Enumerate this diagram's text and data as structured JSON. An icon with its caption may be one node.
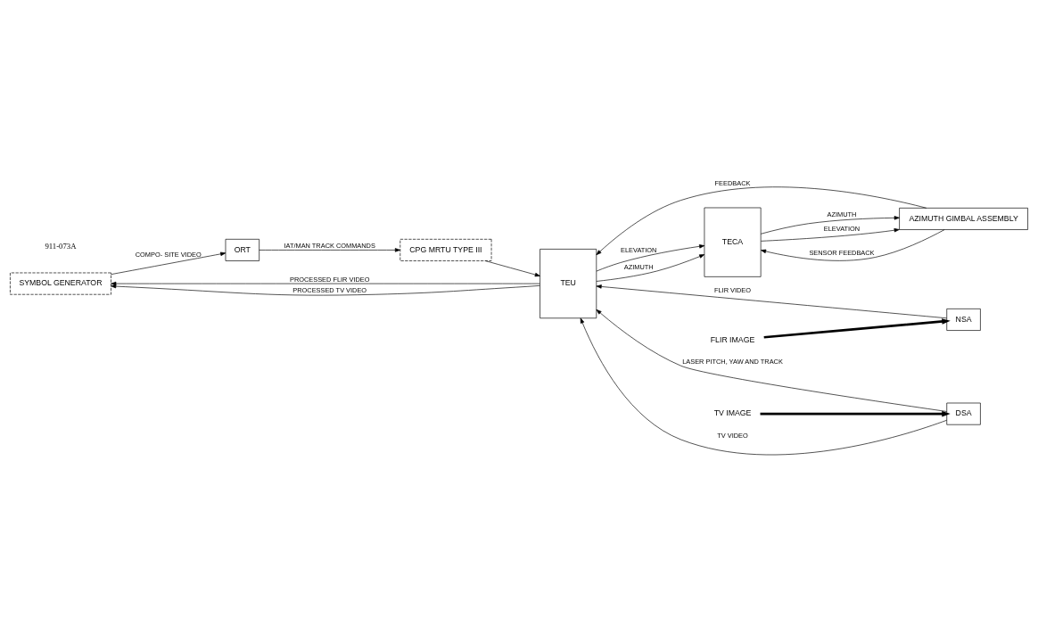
{
  "diagram": {
    "nodes": [
      {
        "text": [
          "SYMBOL GENERATOR"
        ]
      },
      {
        "text": [
          "ORT"
        ]
      },
      {
        "text": [
          "CPG MRTU TYPE III"
        ]
      },
      {
        "text": [
          "TEU"
        ]
      },
      {
        "text": [
          "TECA"
        ]
      },
      {
        "text": [
          "NSA"
        ]
      },
      {
        "text": [
          "AZIMUTH GIMBAL ASSEMBLY"
        ]
      },
      {
        "text": [
          "DSA"
        ]
      },
      {
        "text": [
          "FLIR IMAGE"
        ]
      },
      {
        "text": [
          "TV IMAGE"
        ]
      }
    ],
    "edges": [
      {
        "from": 0,
        "to": 1,
        "arrow": "to",
        "label": "COMPO- SITE VIDEO"
      },
      {
        "from": 1,
        "to": 2,
        "arrow": "to",
        "label": "IAT/MAN TRACK COMMANDS"
      },
      {
        "from": 2,
        "to": 3,
        "arrow": "to"
      },
      {
        "from": 3,
        "to": 4,
        "arrow": "to",
        "label": "AZIMUTH"
      },
      {
        "from": 3,
        "to": 4,
        "arrow": "to",
        "label": "ELEVATION"
      },
      {
        "from": 3,
        "to": 0,
        "arrow": "to",
        "label": "PROCESSED FLIR VIDEO"
      },
      {
        "from": 3,
        "to": 0,
        "arrow": "to",
        "label": "PROCESSED TV VIDEO"
      },
      {
        "from": 5,
        "to": 3,
        "arrow": "to",
        "label": "FLIR VIDEO"
      },
      {
        "from": 6,
        "to": 3,
        "arrow": "to",
        "label": "FEEDBACK"
      },
      {
        "from": 7,
        "to": 3,
        "arrow": "to",
        "label": "TV VIDEO"
      },
      {
        "from": 7,
        "to": 3,
        "arrow": "to",
        "label": "LASER PITCH, YAW AND TRACK"
      },
      {
        "from": 8,
        "to": 5,
        "arrow": "to",
        "style": "thick"
      },
      {
        "from": 9,
        "to": 7,
        "arrow": "to",
        "style": "thick"
      },
      {
        "from": 4,
        "to": 6,
        "arrow": "to",
        "label": "AZIMUTH"
      },
      {
        "from": 6,
        "to": 4,
        "arrow": "to",
        "label": "SENSOR FEEDBACK"
      },
      {
        "from": 4,
        "to": 6,
        "arrow": "to",
        "label": "ELEVATION"
      }
    ],
    "labels": [
      "911-073A"
    ]
  }
}
